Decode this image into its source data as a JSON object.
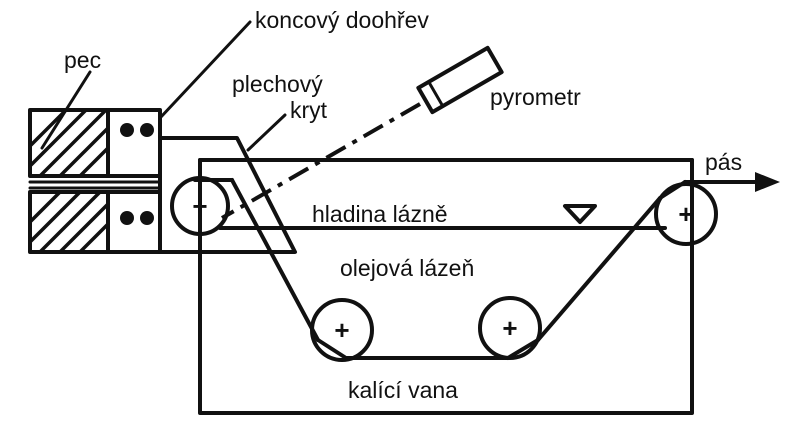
{
  "labels": {
    "pec": "pec",
    "koncovy_dohrev": "koncový doohřev",
    "plechovy": "plechový",
    "kryt": "kryt",
    "pyrometr": "pyrometr",
    "pas": "pás",
    "hladina": "hladina lázně",
    "olejova": "olejová lázeň",
    "kalici_vana": "kalící vana"
  }
}
